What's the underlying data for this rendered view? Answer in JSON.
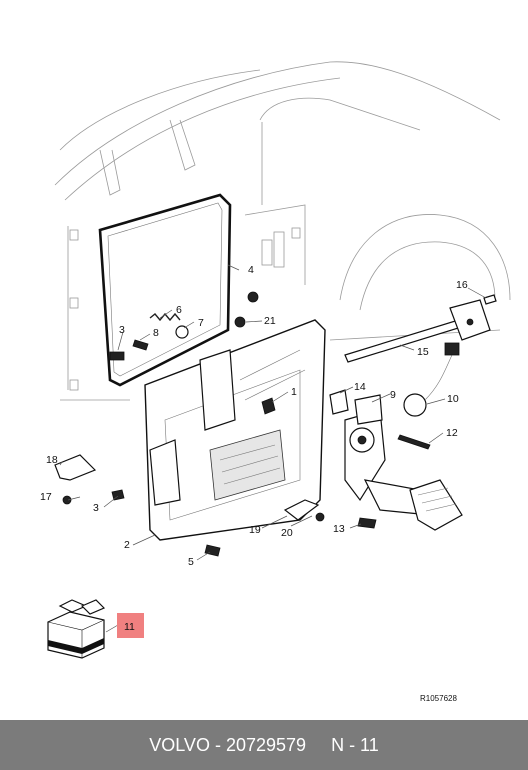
{
  "diagram": {
    "callouts": {
      "c1": "1",
      "c2": "2",
      "c3a": "3",
      "c3b": "3",
      "c4": "4",
      "c5": "5",
      "c6": "6",
      "c7": "7",
      "c8": "8",
      "c9": "9",
      "c10": "10",
      "c11": "11",
      "c12": "12",
      "c13": "13",
      "c14": "14",
      "c15": "15",
      "c16": "16",
      "c17": "17",
      "c18": "18",
      "c19": "19",
      "c20": "20",
      "c21": "21"
    },
    "reference_code": "R1057628",
    "highlight_color": "#f08080"
  },
  "footer": {
    "brand": "VOLVO",
    "separator": " - ",
    "part_number": "20729579",
    "position_label": "N - 11",
    "background": "#7b7b7b"
  }
}
